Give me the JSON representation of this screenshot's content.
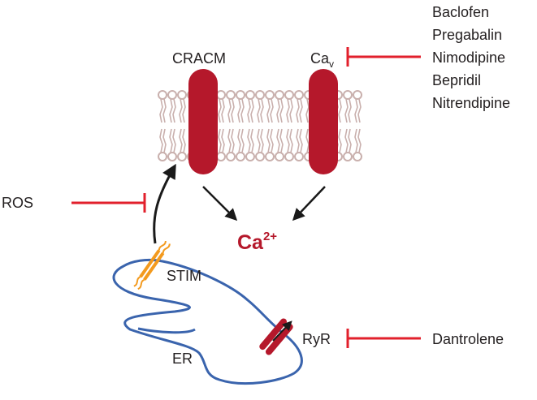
{
  "labels": {
    "cracm": "CRACM",
    "cav_main": "Ca",
    "cav_sub": "v",
    "ca2_main": "Ca",
    "ca2_sup": "2+",
    "ros": "ROS",
    "stim": "STIM",
    "er": "ER",
    "ryr": "RyR"
  },
  "cav_inhibitors": [
    "Baclofen",
    "Pregabalin",
    "Nimodipine",
    "Bepridil",
    "Nitrendipine"
  ],
  "ryr_inhibitor": "Dantrolene",
  "colors": {
    "channel": "#b5182b",
    "inhibition": "#e2202c",
    "membrane": "#c9b0ad",
    "er": "#3a64ad",
    "stim": "#f39a1e",
    "arrow": "#1a1a1a",
    "text": "#231f20"
  }
}
